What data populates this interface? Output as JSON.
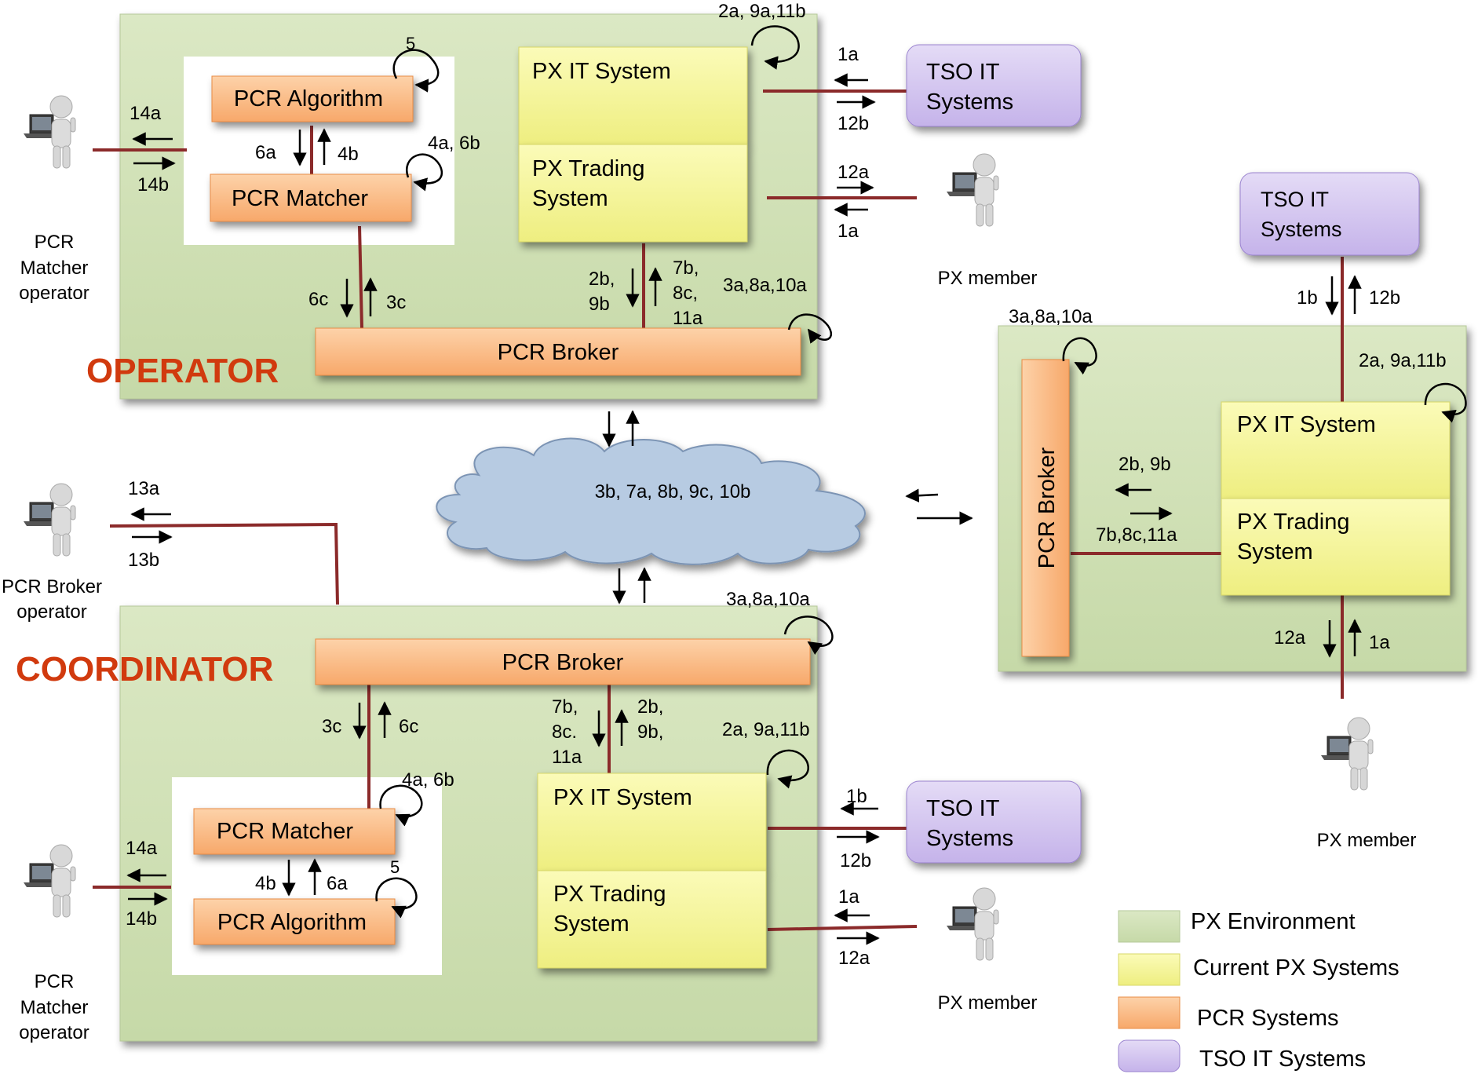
{
  "colors": {
    "px_env": "#cfe0b4",
    "px_sys": "#f5f59a",
    "pcr": "#fbbf8e",
    "tso": "#d4c6ef",
    "link": "#8b2a2a",
    "title_red": "#d13a0e",
    "cloud": "#b7cbe2"
  },
  "operator": {
    "title": "OPERATOR",
    "pcr_algorithm": "PCR Algorithm",
    "pcr_matcher": "PCR Matcher",
    "pcr_broker": "PCR Broker",
    "px_it_system": "PX IT System",
    "px_trading_l1": "PX Trading",
    "px_trading_l2": "System",
    "tso_l1": "TSO IT",
    "tso_l2": "Systems",
    "operator_l1": "PCR",
    "operator_l2": "Matcher",
    "operator_l3": "operator",
    "member_label": "PX member",
    "lbl_5": "5",
    "lbl_4a6b": "4a, 6b",
    "lbl_6a": "6a",
    "lbl_4b": "4b",
    "lbl_14a": "14a",
    "lbl_14b": "14b",
    "lbl_2a9a11b": "2a, 9a,11b",
    "lbl_1a_top": "1a",
    "lbl_12b": "12b",
    "lbl_12a": "12a",
    "lbl_1a_bottom": "1a",
    "lbl_6c": "6c",
    "lbl_3c": "3c",
    "lbl_2b": "2b,",
    "lbl_9b": "9b",
    "lbl_7b": "7b,",
    "lbl_8c": "8c,",
    "lbl_11a": "11a",
    "lbl_3a8a10a": "3a,8a,10a"
  },
  "coordinator": {
    "title": "COORDINATOR",
    "pcr_broker": "PCR Broker",
    "pcr_matcher": "PCR Matcher",
    "pcr_algorithm": "PCR Algorithm",
    "px_it_system": "PX IT System",
    "px_trading_l1": "PX Trading",
    "px_trading_l2": "System",
    "tso_l1": "TSO IT",
    "tso_l2": "Systems",
    "operator_l1": "PCR",
    "operator_l2": "Matcher",
    "operator_l3": "operator",
    "broker_op_l1": "PCR Broker",
    "broker_op_l2": "operator",
    "member_label": "PX member",
    "lbl_13a": "13a",
    "lbl_13b": "13b",
    "lbl_3a8a10a": "3a,8a,10a",
    "lbl_3c": "3c",
    "lbl_6c": "6c",
    "lbl_7b": "7b,",
    "lbl_8c": "8c.",
    "lbl_11a": "11a",
    "lbl_2b": "2b,",
    "lbl_9b": "9b,",
    "lbl_2a9a11b": "2a, 9a,11b",
    "lbl_4a6b": "4a, 6b",
    "lbl_14a": "14a",
    "lbl_14b": "14b",
    "lbl_4b": "4b",
    "lbl_6a": "6a",
    "lbl_5": "5",
    "lbl_1b": "1b",
    "lbl_12b": "12b",
    "lbl_1a": "1a",
    "lbl_12a": "12a"
  },
  "cloud": {
    "label": "3b, 7a, 8b, 9c, 10b"
  },
  "right_px": {
    "pcr_broker": "PCR Broker",
    "px_it_system": "PX IT System",
    "px_trading_l1": "PX Trading",
    "px_trading_l2": "System",
    "tso_l1": "TSO IT",
    "tso_l2": "Systems",
    "member_label": "PX member",
    "lbl_3a8a10a": "3a,8a,10a",
    "lbl_1b": "1b",
    "lbl_12b": "12b",
    "lbl_2a9a11b": "2a, 9a,11b",
    "lbl_2b9b": "2b, 9b",
    "lbl_7b8c11a": "7b,8c,11a",
    "lbl_12a": "12a",
    "lbl_1a": "1a"
  },
  "legend": {
    "px_environment": "PX Environment",
    "current_px": "Current PX Systems",
    "pcr_systems": "PCR Systems",
    "tso_systems": "TSO IT Systems"
  }
}
